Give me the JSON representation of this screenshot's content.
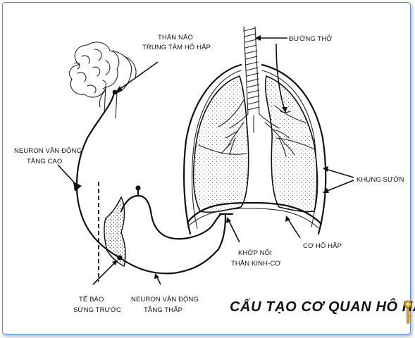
{
  "title": "CẤU TẠO CƠ QUAN HÔ HẤP",
  "labels": {
    "brainstem": [
      "THÂN NÃO",
      "TRUNG TÂM HÔ HẤP"
    ],
    "airway": [
      "ĐƯỜNG THỞ"
    ],
    "upper_motor_neuron": [
      "NEURON VẬN ĐỘNG",
      "TẦNG CAO"
    ],
    "rib_cage": [
      "KHUNG SƯỜN"
    ],
    "respiratory_muscle": [
      "CƠ HÔ HẤP"
    ],
    "neuromuscular_junction": [
      "KHỚP NỐI",
      "THẦN KINH-CƠ"
    ],
    "anterior_horn_cell": [
      "TẾ BÀO",
      "SỪNG TRƯỚC"
    ],
    "lower_motor_neuron": [
      "NEURON VẬN ĐỘNG",
      "TẦNG THẤP"
    ]
  },
  "colors": {
    "frame_border": "#5b8fcf",
    "ink": "#111111",
    "key_icon": "#d9a520"
  },
  "icons": {
    "corner": "key-icon"
  }
}
